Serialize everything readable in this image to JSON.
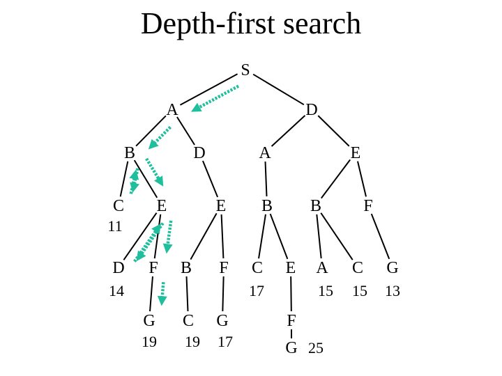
{
  "title": "Depth-first search",
  "colors": {
    "edge": "#000000",
    "trace": "#1fbf9e",
    "background": "#ffffff"
  },
  "tree": {
    "root": "S",
    "nodes": [
      {
        "id": "S",
        "label": "S"
      },
      {
        "id": "A1",
        "label": "A"
      },
      {
        "id": "D1",
        "label": "D"
      },
      {
        "id": "B1",
        "label": "B"
      },
      {
        "id": "D2",
        "label": "D"
      },
      {
        "id": "A2",
        "label": "A"
      },
      {
        "id": "E1",
        "label": "E"
      },
      {
        "id": "C1",
        "label": "C",
        "cost": "11"
      },
      {
        "id": "E2",
        "label": "E"
      },
      {
        "id": "E3",
        "label": "E"
      },
      {
        "id": "B2",
        "label": "B"
      },
      {
        "id": "B3",
        "label": "B"
      },
      {
        "id": "F1",
        "label": "F"
      },
      {
        "id": "D3",
        "label": "D",
        "cost": "14"
      },
      {
        "id": "F2",
        "label": "F"
      },
      {
        "id": "B4",
        "label": "B"
      },
      {
        "id": "F3",
        "label": "F"
      },
      {
        "id": "C2",
        "label": "C",
        "cost": "17"
      },
      {
        "id": "E4",
        "label": "E"
      },
      {
        "id": "A3",
        "label": "A",
        "cost": "15"
      },
      {
        "id": "C3",
        "label": "C",
        "cost": "15"
      },
      {
        "id": "G1",
        "label": "G",
        "cost": "13"
      },
      {
        "id": "G2",
        "label": "G",
        "cost": "19"
      },
      {
        "id": "C4",
        "label": "C",
        "cost": "19"
      },
      {
        "id": "G3",
        "label": "G",
        "cost": "17"
      },
      {
        "id": "F4",
        "label": "F"
      },
      {
        "id": "G4",
        "label": "G",
        "cost": "25"
      }
    ],
    "edges": [
      [
        "S",
        "A1"
      ],
      [
        "S",
        "D1"
      ],
      [
        "A1",
        "B1"
      ],
      [
        "A1",
        "D2"
      ],
      [
        "D1",
        "A2"
      ],
      [
        "D1",
        "E1"
      ],
      [
        "B1",
        "C1"
      ],
      [
        "B1",
        "E2"
      ],
      [
        "D2",
        "E3"
      ],
      [
        "A2",
        "B2"
      ],
      [
        "E1",
        "B3"
      ],
      [
        "E1",
        "F1"
      ],
      [
        "E2",
        "D3"
      ],
      [
        "E2",
        "F2"
      ],
      [
        "E3",
        "B4"
      ],
      [
        "E3",
        "F3"
      ],
      [
        "B2",
        "C2"
      ],
      [
        "B2",
        "E4"
      ],
      [
        "B3",
        "A3"
      ],
      [
        "B3",
        "C3"
      ],
      [
        "F1",
        "G1"
      ],
      [
        "F2",
        "G2"
      ],
      [
        "B4",
        "C4"
      ],
      [
        "F3",
        "G3"
      ],
      [
        "E4",
        "F4"
      ],
      [
        "F4",
        "G4"
      ]
    ]
  },
  "search_trace": [
    {
      "from": "S",
      "to": "A1"
    },
    {
      "from": "A1",
      "to": "B1"
    },
    {
      "from": "B1",
      "to": "C1"
    },
    {
      "from": "C1",
      "to": "B1"
    },
    {
      "from": "B1",
      "to": "E2"
    },
    {
      "from": "E2",
      "to": "D3"
    },
    {
      "from": "D3",
      "to": "E2"
    },
    {
      "from": "E2",
      "to": "F2"
    },
    {
      "from": "F2",
      "to": "G2"
    }
  ]
}
